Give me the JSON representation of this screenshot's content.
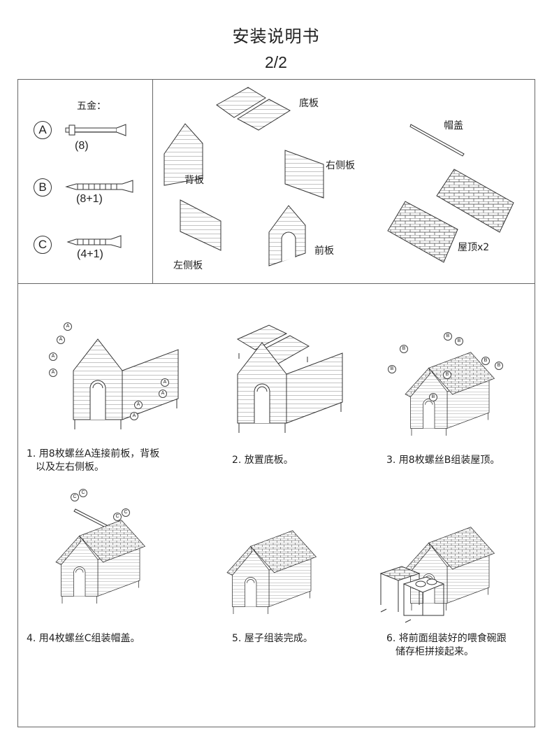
{
  "header": {
    "title": "安装说明书",
    "page": "2/2"
  },
  "hardware": {
    "heading": "五金：",
    "items": [
      {
        "letter": "A",
        "qty": "(8)"
      },
      {
        "letter": "B",
        "qty": "(8+1)"
      },
      {
        "letter": "C",
        "qty": "(4+1)"
      }
    ]
  },
  "parts": {
    "bottom": "底板",
    "back": "背板",
    "right": "右侧板",
    "cap": "帽盖",
    "left": "左侧板",
    "front": "前板",
    "roof": "屋顶x2"
  },
  "steps": [
    {
      "line1": "1. 用8枚螺丝A连接前板，背板",
      "line2": "以及左右侧板。",
      "callout": "A"
    },
    {
      "line1": "2. 放置底板。"
    },
    {
      "line1": "3. 用8枚螺丝B组装屋顶。",
      "callout": "B"
    },
    {
      "line1": "4. 用4枚螺丝C组装帽盖。",
      "callout": "C"
    },
    {
      "line1": "5. 屋子组装完成。"
    },
    {
      "line1": "6. 将前面组装好的喂食碗跟",
      "line2": "储存柜拼接起来。"
    }
  ]
}
